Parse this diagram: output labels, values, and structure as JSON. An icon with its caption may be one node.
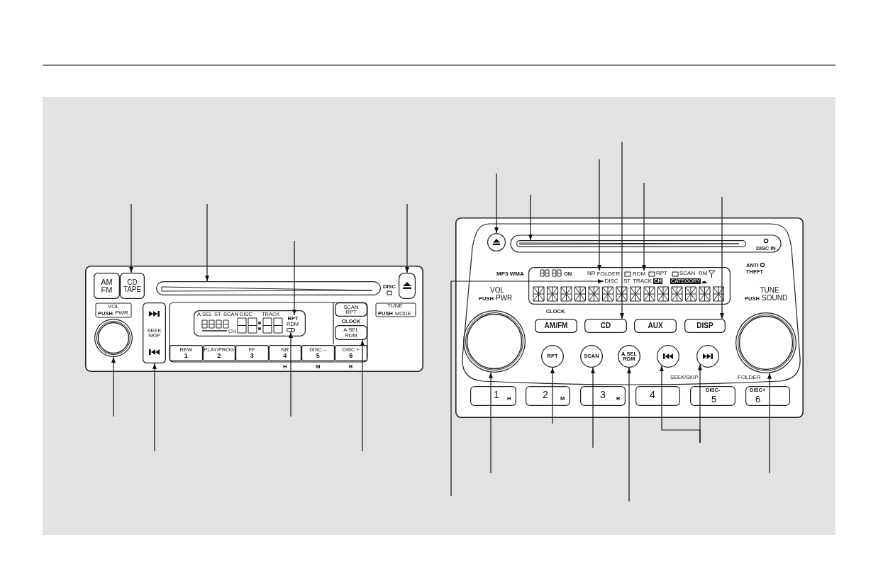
{
  "diagram": {
    "nodes": [
      {
        "text": [],
        "shape": "box"
      },
      {
        "text": [
          "AM FM"
        ],
        "in": 0
      },
      {
        "text": [
          "CD TAPE"
        ],
        "in": 0
      },
      {
        "text": [],
        "shape": "bar",
        "in": 0
      },
      {
        "text": [],
        "shape": "box",
        "in": 0
      },
      {
        "text": [],
        "shape": "circle",
        "in": 0
      },
      {
        "text": [
          "SEEK SKIP"
        ],
        "in": 0
      },
      {
        "text": [],
        "shape": "box",
        "in": 0
      },
      {
        "text": [
          "RPT"
        ],
        "in": 7
      },
      {
        "text": [],
        "shape": "box",
        "in": 7
      },
      {
        "text": [
          "SCAN RPT"
        ],
        "in": 0
      },
      {
        "text": [
          "A.SEL RDM"
        ],
        "in": 0
      },
      {
        "text": [
          "REW",
          "1"
        ],
        "in": 0
      },
      {
        "text": [
          "PLAY/PROG",
          "2"
        ],
        "in": 0
      },
      {
        "text": [
          "FF",
          "3"
        ],
        "in": 0
      },
      {
        "text": [
          "NR",
          "4"
        ],
        "in": 0,
        "beside": [
          "H"
        ]
      },
      {
        "text": [
          "DISC –",
          "5"
        ],
        "in": 0,
        "beside": [
          "M"
        ]
      },
      {
        "text": [
          "DISC +",
          "6"
        ],
        "in": 0,
        "beside": [
          "R"
        ]
      },
      {
        "text": [],
        "shape": "box"
      },
      {
        "text": [],
        "shape": "circle",
        "in": 18
      },
      {
        "text": [],
        "shape": "bar",
        "in": 18
      },
      {
        "text": [],
        "shape": "box",
        "in": 18
      },
      {
        "text": [
          "FOLDER"
        ],
        "in": 21
      },
      {
        "text": [
          "RDM"
        ],
        "in": 21
      },
      {
        "text": [
          "DISC"
        ],
        "in": 21
      },
      {
        "text": [],
        "shape": "circle",
        "in": 18
      },
      {
        "text": [
          "AM/FM"
        ],
        "in": 18
      },
      {
        "text": [
          "CD"
        ],
        "in": 18
      },
      {
        "text": [
          "AUX"
        ],
        "in": 18
      },
      {
        "text": [
          "DISP"
        ],
        "in": 18
      },
      {
        "text": [
          "RPT"
        ],
        "in": 18
      },
      {
        "text": [
          "SCAN"
        ],
        "in": 18
      },
      {
        "text": [
          "A.SEL RDM"
        ],
        "in": 18
      },
      {
        "text": [],
        "shape": "circle",
        "in": 18
      },
      {
        "text": [],
        "shape": "circle",
        "in": 18
      },
      {
        "text": [],
        "shape": "circle",
        "in": 18
      },
      {
        "text": [
          "1",
          "H"
        ],
        "in": 18
      },
      {
        "text": [
          "2",
          "M"
        ],
        "in": 18
      },
      {
        "text": [
          "3",
          "R"
        ],
        "in": 18
      },
      {
        "text": [
          "4"
        ],
        "in": 18
      },
      {
        "text": [
          "DISC-",
          "5"
        ],
        "in": 18
      },
      {
        "text": [
          "DISC+",
          "6"
        ],
        "in": 18
      }
    ],
    "edges": [
      {
        "from": null,
        "to": 2,
        "arrow": "to"
      },
      {
        "from": null,
        "to": 3,
        "arrow": "to"
      },
      {
        "from": null,
        "to": 8,
        "arrow": "to"
      },
      {
        "from": null,
        "to": 4,
        "arrow": "to"
      },
      {
        "from": null,
        "to": 5,
        "arrow": "to"
      },
      {
        "from": null,
        "to": 6,
        "arrow": "to"
      },
      {
        "from": null,
        "to": 9,
        "arrow": "to"
      },
      {
        "from": null,
        "to": 11,
        "arrow": "to"
      },
      {
        "from": null,
        "to": 19,
        "arrow": "to"
      },
      {
        "from": null,
        "to": 20,
        "arrow": "to"
      },
      {
        "from": null,
        "to": 22,
        "arrow": "to"
      },
      {
        "from": null,
        "to": 27,
        "arrow": "to"
      },
      {
        "from": null,
        "to": 23,
        "arrow": "to"
      },
      {
        "from": null,
        "to": 29,
        "arrow": "to"
      },
      {
        "from": null,
        "to": 24,
        "arrow": "to"
      },
      {
        "from": null,
        "to": 25,
        "arrow": "to"
      },
      {
        "from": null,
        "to": 30,
        "arrow": "to"
      },
      {
        "from": null,
        "to": 31,
        "arrow": "to"
      },
      {
        "from": null,
        "to": 32,
        "arrow": "to"
      },
      {
        "from": null,
        "to": 33,
        "arrow": "to"
      },
      {
        "from": null,
        "to": 34,
        "arrow": "to"
      },
      {
        "from": null,
        "to": 35,
        "arrow": "to"
      }
    ],
    "labels": [
      "VOL",
      "PUSH",
      "PWR",
      "A.SEL",
      "ST",
      "SCAN",
      "DISC",
      "TRACK",
      "CH",
      "RDM",
      "DISC",
      "CLOCK",
      "TUNE",
      "PUSH",
      "MODE",
      "MP3 WMA",
      "ANTI",
      "THEFT",
      "DISC IN",
      "VOL",
      "PUSH",
      "PWR",
      "TUNE",
      "PUSH",
      "SOUND",
      "ON",
      "NR",
      "RPT",
      "SCAN",
      "RM",
      "ST",
      "TRACK",
      "CH",
      "CATEGORY",
      "CLOCK",
      "SEEK/SKIP",
      "FOLDER"
    ]
  }
}
